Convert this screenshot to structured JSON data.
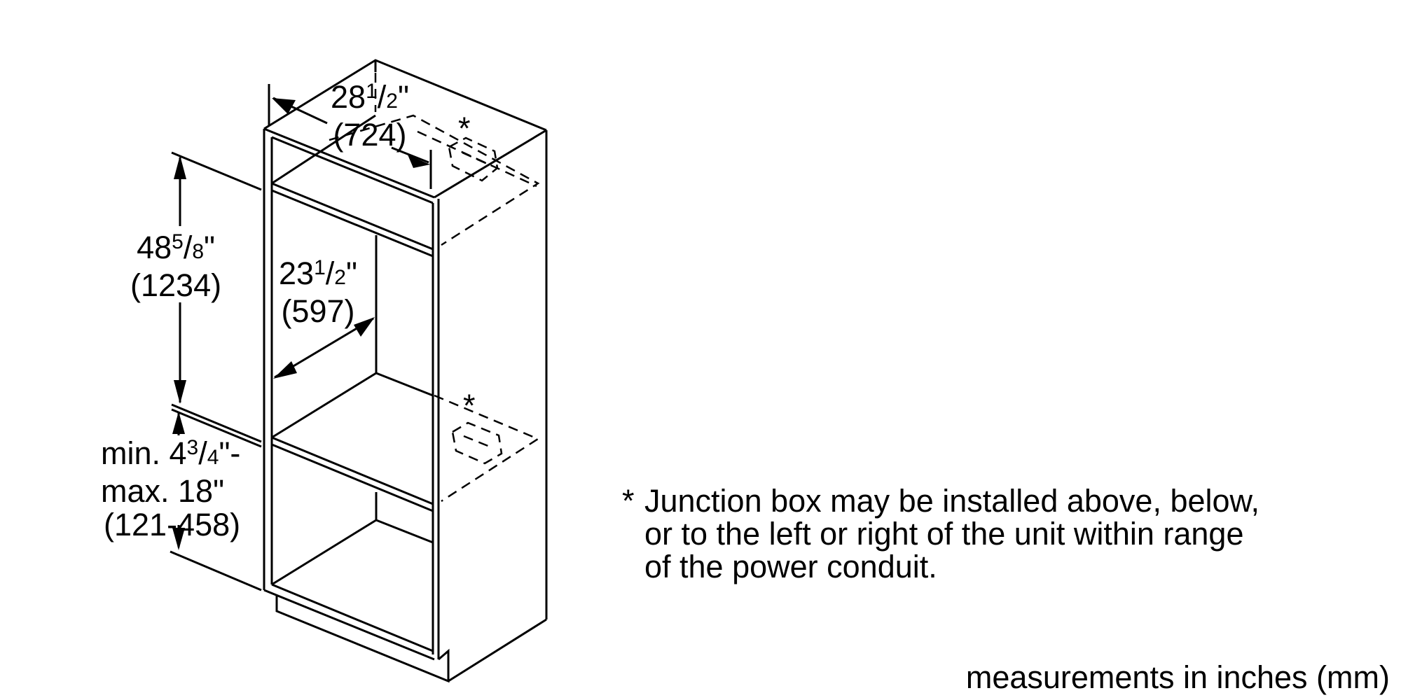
{
  "dimensions": {
    "width": {
      "whole": "28",
      "num": "1",
      "den": "2",
      "unit": "\"",
      "mm": "(724)"
    },
    "depth": {
      "whole": "23",
      "num": "1",
      "den": "2",
      "unit": "\"",
      "mm": "(597)"
    },
    "height": {
      "whole": "48",
      "num": "5",
      "den": "8",
      "unit": "\"",
      "mm": "(1234)"
    },
    "floor_gap": {
      "prefix": "min. 4",
      "num": "3",
      "den": "4",
      "suffix": "\"-",
      "line2": "max. 18\"",
      "mm": "(121-458)"
    }
  },
  "junction_markers": [
    "*",
    "*"
  ],
  "note": {
    "asterisk": "*",
    "lines": [
      "Junction box may be installed above, below,",
      "or to the left or right of the unit within range",
      "of the power conduit."
    ]
  },
  "units_caption": "measurements in inches (mm)",
  "colors": {
    "line": "#000000",
    "background": "#ffffff"
  }
}
